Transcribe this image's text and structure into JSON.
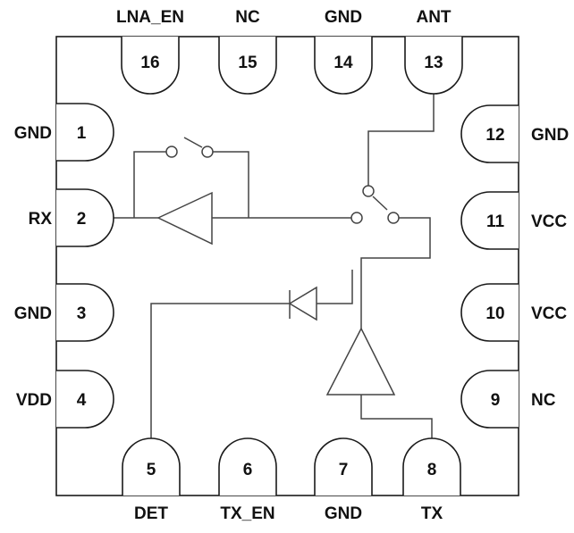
{
  "pins": [
    {
      "number": "1",
      "name": "GND",
      "side": "left"
    },
    {
      "number": "2",
      "name": "RX",
      "side": "left"
    },
    {
      "number": "3",
      "name": "GND",
      "side": "left"
    },
    {
      "number": "4",
      "name": "VDD",
      "side": "left"
    },
    {
      "number": "5",
      "name": "DET",
      "side": "bottom"
    },
    {
      "number": "6",
      "name": "TX_EN",
      "side": "bottom"
    },
    {
      "number": "7",
      "name": "GND",
      "side": "bottom"
    },
    {
      "number": "8",
      "name": "TX",
      "side": "bottom"
    },
    {
      "number": "9",
      "name": "NC",
      "side": "right"
    },
    {
      "number": "10",
      "name": "VCC",
      "side": "right"
    },
    {
      "number": "11",
      "name": "VCC",
      "side": "right"
    },
    {
      "number": "12",
      "name": "GND",
      "side": "right"
    },
    {
      "number": "13",
      "name": "ANT",
      "side": "top"
    },
    {
      "number": "14",
      "name": "GND",
      "side": "top"
    },
    {
      "number": "15",
      "name": "NC",
      "side": "top"
    },
    {
      "number": "16",
      "name": "LNA_EN",
      "side": "top"
    }
  ],
  "components": {
    "lna": "amplifier-triangle",
    "bypass_switch": "spst-switch",
    "tr_switch": "spdt-switch",
    "pa": "amplifier-triangle",
    "detector": "diode"
  }
}
